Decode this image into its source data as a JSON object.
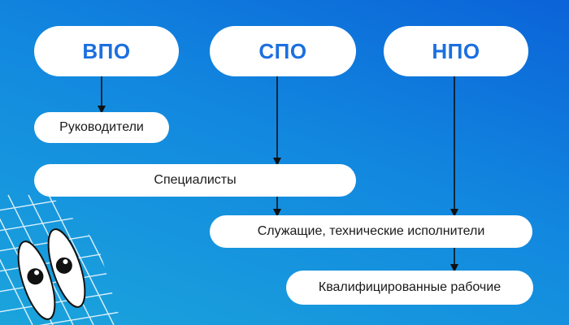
{
  "levels": [
    {
      "id": "vpo",
      "label": "ВПО"
    },
    {
      "id": "spo",
      "label": "СПО"
    },
    {
      "id": "npo",
      "label": "НПО"
    }
  ],
  "roles": [
    {
      "id": "managers",
      "label": "Руководители"
    },
    {
      "id": "specialists",
      "label": "Специалисты"
    },
    {
      "id": "employees",
      "label": "Служащие, технические исполнители"
    },
    {
      "id": "workers",
      "label": "Квалифицированные рабочие"
    }
  ],
  "connections": [
    {
      "from": "vpo",
      "to": "managers"
    },
    {
      "from": "spo",
      "to": "specialists"
    },
    {
      "from": "specialists",
      "to": "employees"
    },
    {
      "from": "npo",
      "to": "employees"
    },
    {
      "from": "employees",
      "to": "workers"
    }
  ],
  "colors": {
    "level_text": "#1c6fe0",
    "role_text": "#1a1a1a",
    "pill_fill": "#ffffff",
    "arrow": "#111111",
    "background_top": "#0b63d8",
    "background_bottom": "#1ba4dc"
  },
  "decoration": {
    "grid": "grid-pattern",
    "eyes": "eyes-mascot-icon"
  }
}
